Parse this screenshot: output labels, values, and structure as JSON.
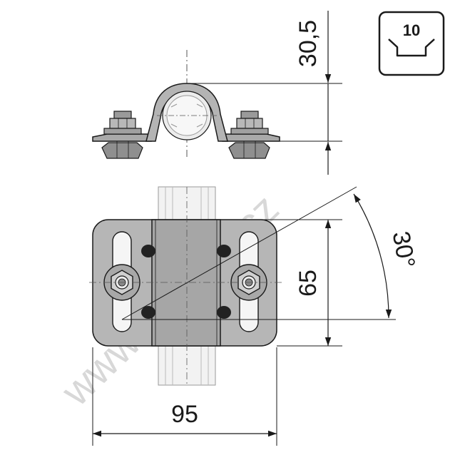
{
  "drawing": {
    "dimensions": {
      "height_top": "30,5",
      "height_front": "65",
      "width": "95",
      "angle": "30°"
    },
    "profile_badge": {
      "slot_size": "10"
    },
    "watermark": "www.eprofily.cz"
  }
}
